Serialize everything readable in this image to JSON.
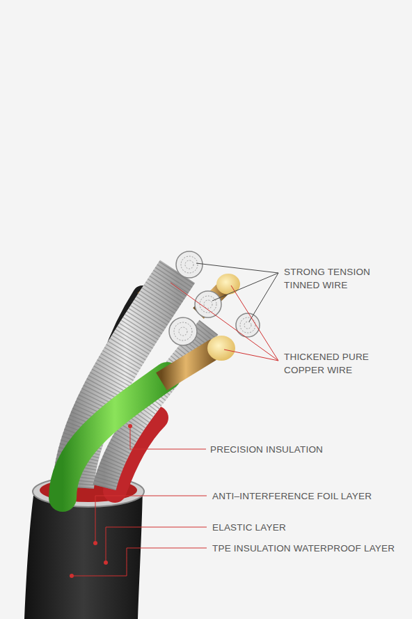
{
  "diagram": {
    "labels": [
      "STRONG TENSION TINNED WIRE",
      "THICKENED PURE COPPER WIRE",
      "PRECISION INSULATION",
      "ANTI–INTERFERENCE FOIL LAYER",
      "ELASTIC LAYER",
      "TPE INSULATION WATERPROOF LAYER"
    ]
  }
}
